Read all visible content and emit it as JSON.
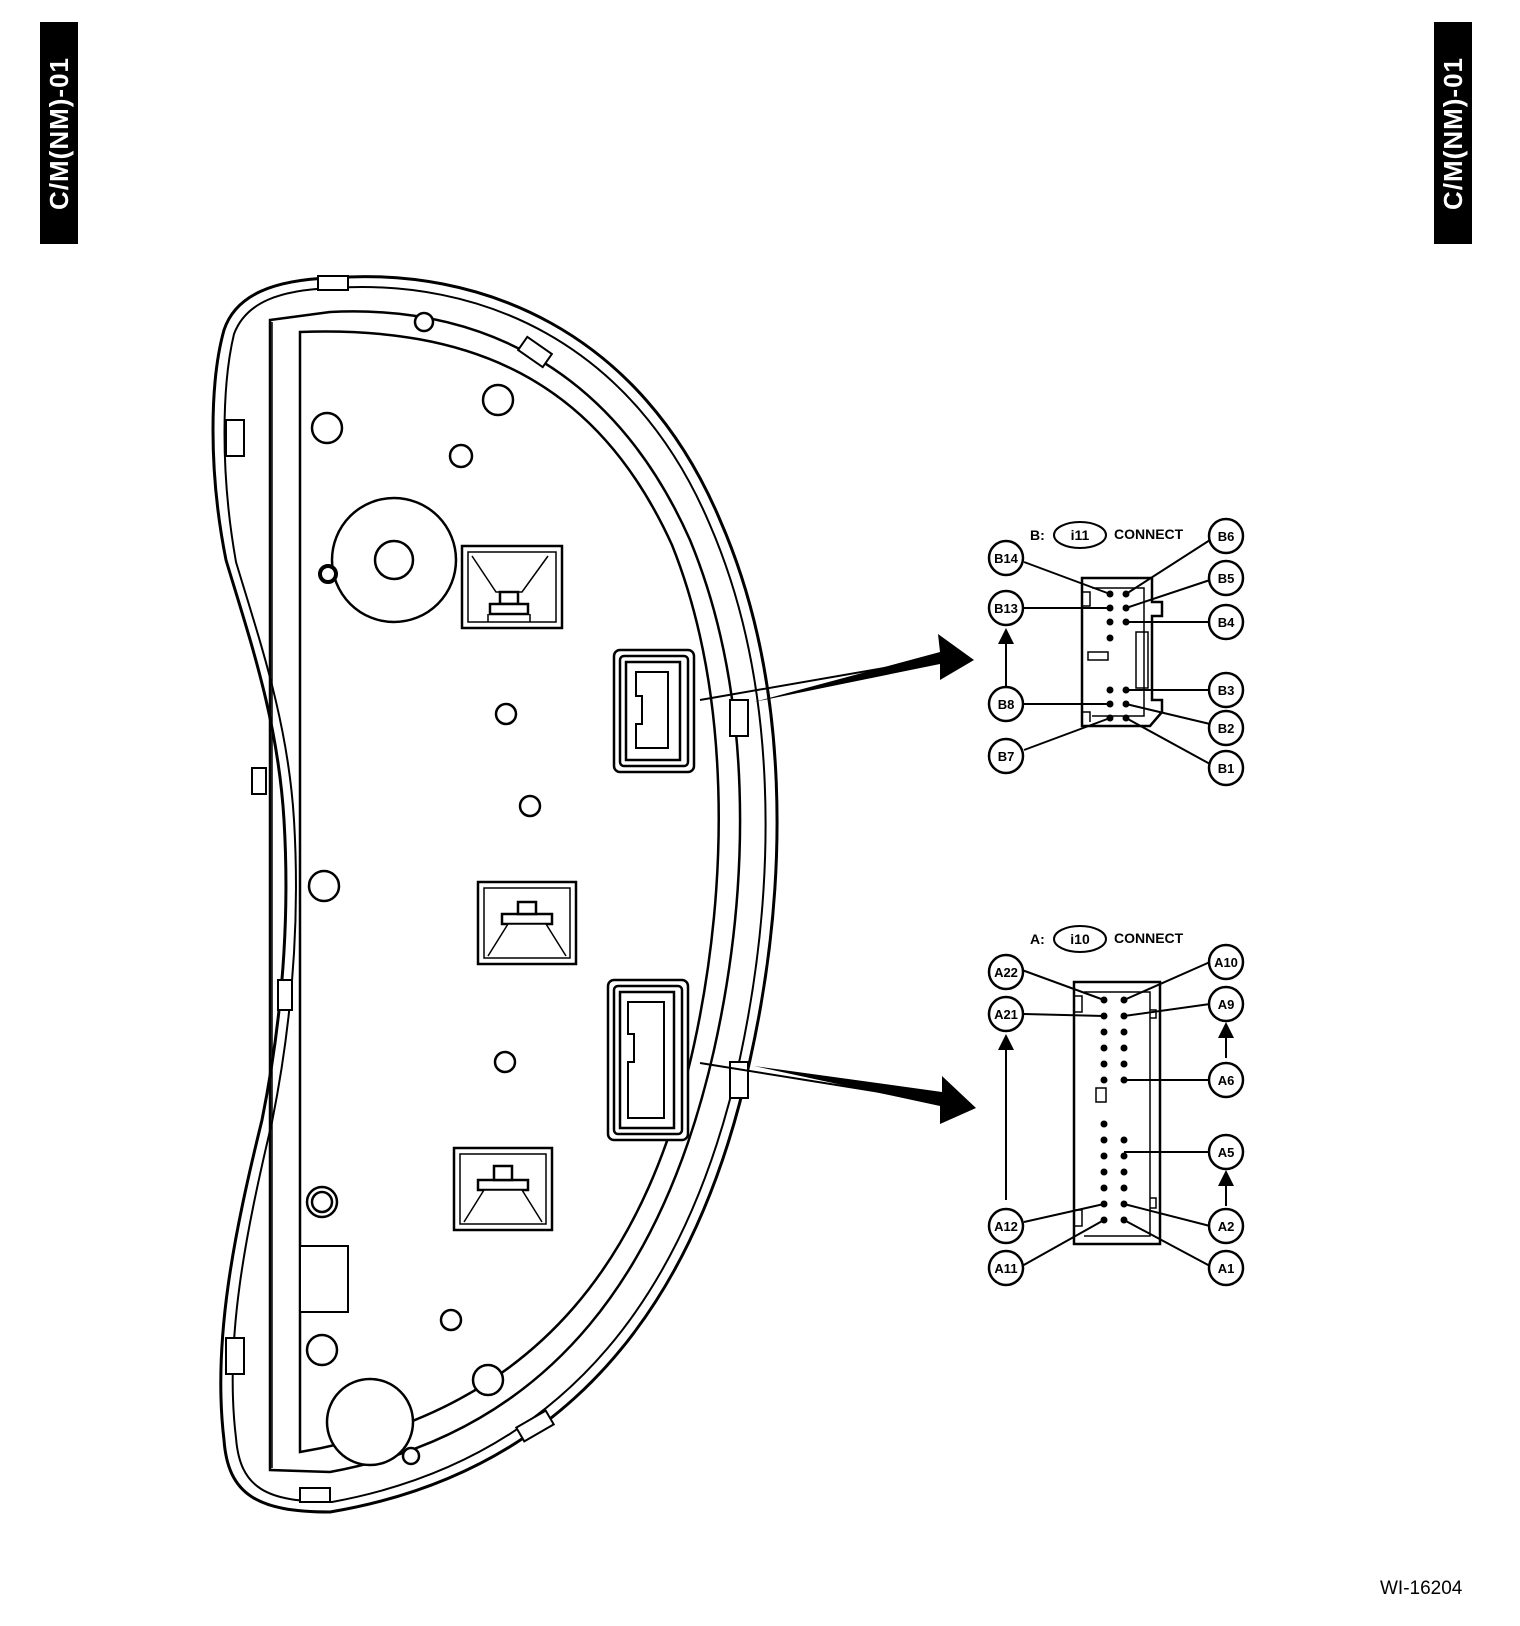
{
  "section_tag": "C/M(NM)-01",
  "figure_id": "WI-16204",
  "connector_b": {
    "prefix": "B:",
    "code": "i11",
    "suffix": "CONNECT"
  },
  "connector_a": {
    "prefix": "A:",
    "code": "i10",
    "suffix": "CONNECT"
  },
  "terminals_b": [
    "B14",
    "B13",
    "B8",
    "B7",
    "B6",
    "B5",
    "B4",
    "B3",
    "B2",
    "B1"
  ],
  "terminals_a": [
    "A22",
    "A21",
    "A12",
    "A11",
    "A10",
    "A9",
    "A6",
    "A5",
    "A2",
    "A1"
  ]
}
